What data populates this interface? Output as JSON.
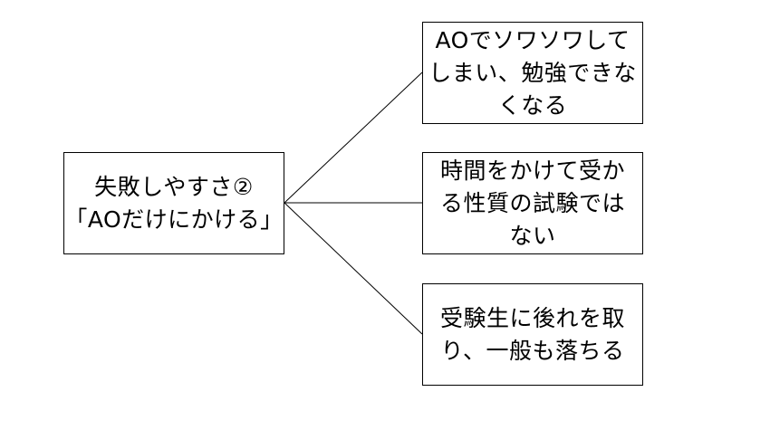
{
  "root": {
    "line1": "失敗しやすさ②",
    "line2": "「AOだけにかける」"
  },
  "children": [
    {
      "line1": "AOでソワソワして",
      "line2": "しまい、勉強できな",
      "line3": "くなる"
    },
    {
      "line1": "時間をかけて受か",
      "line2": "る性質の試験では",
      "line3": "ない"
    },
    {
      "line1": "受験生に後れを取",
      "line2": "り、一般も落ちる"
    }
  ],
  "colors": {
    "border": "#000000",
    "background": "#ffffff",
    "line": "#000000"
  }
}
